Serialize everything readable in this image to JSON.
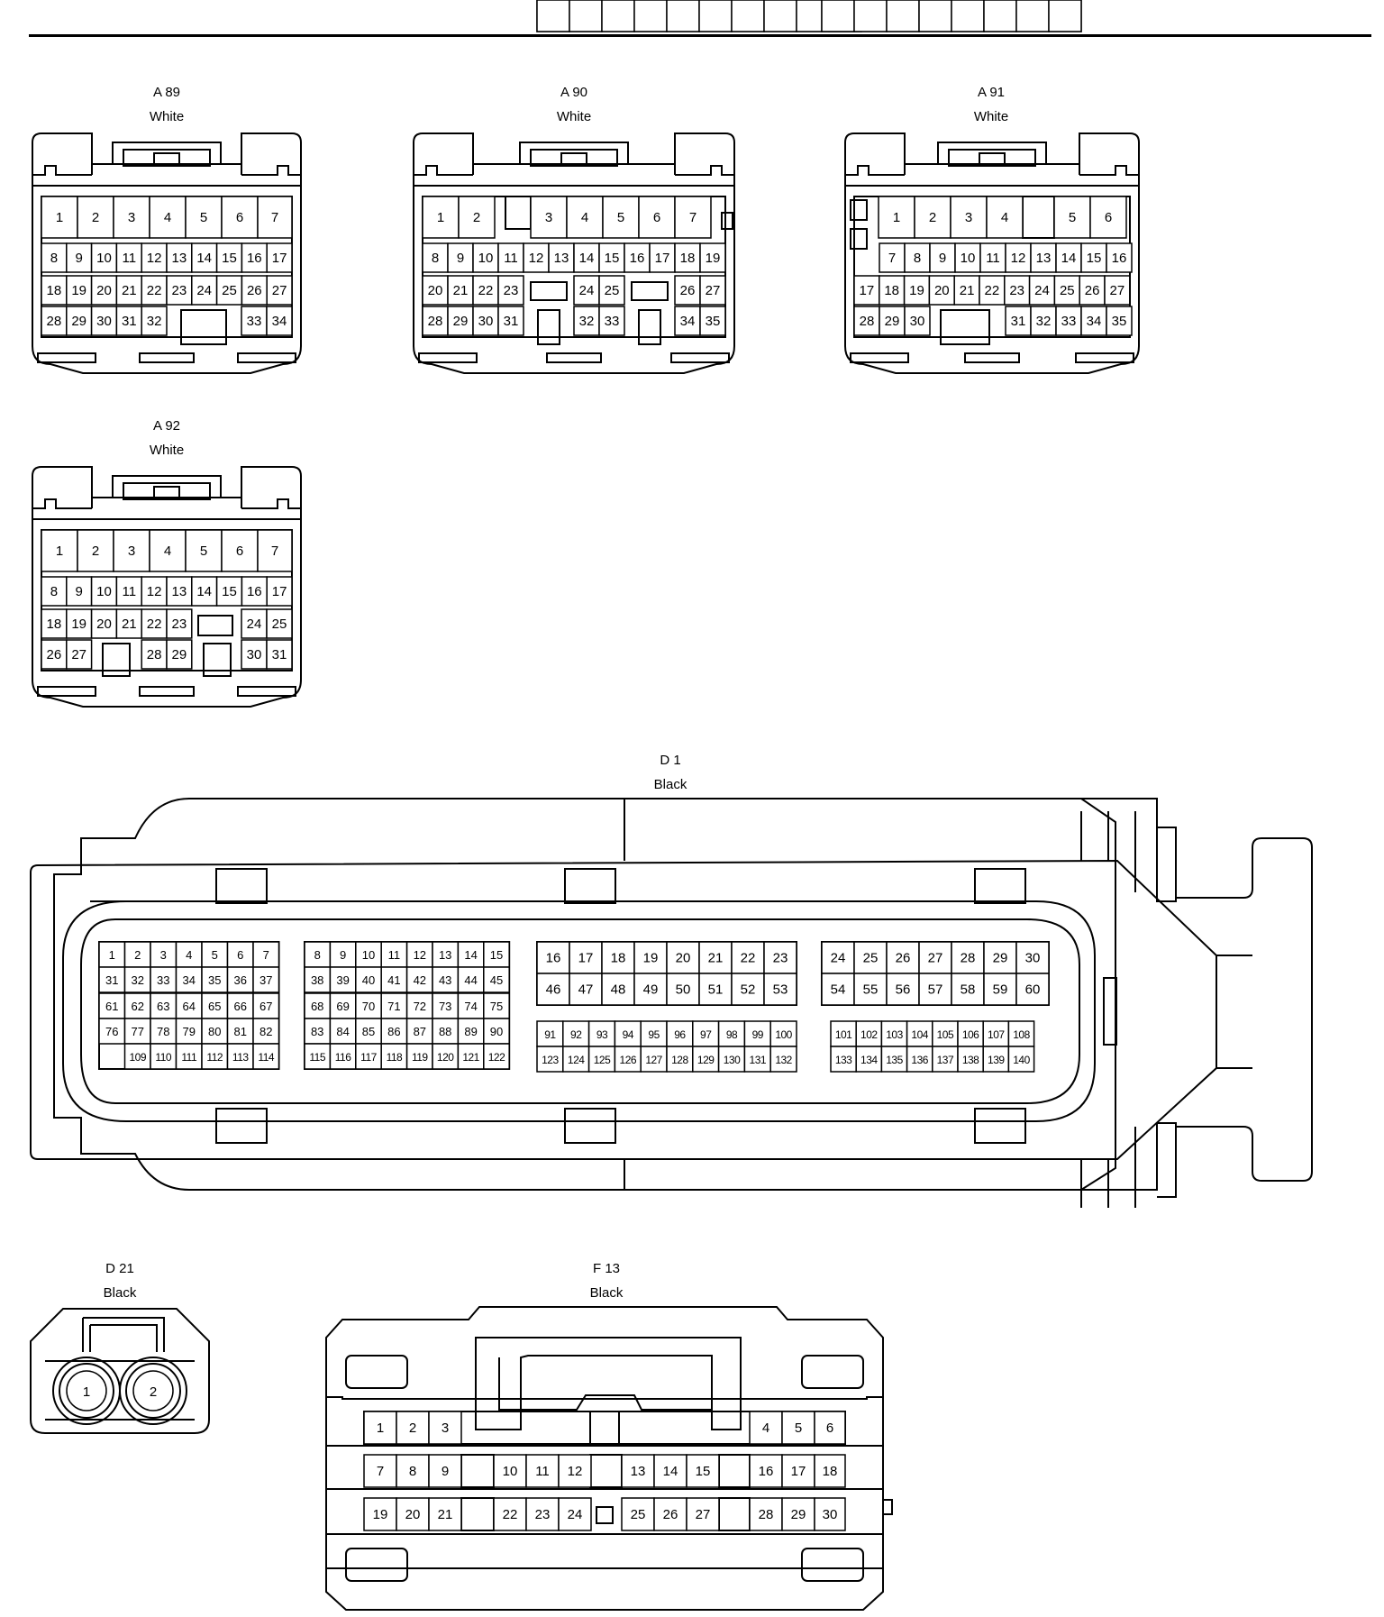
{
  "title": "Air Suspension",
  "connectors": {
    "a89": {
      "id": "A 89",
      "color": "White",
      "rows": [
        [
          "1",
          "2",
          "3",
          "4",
          "5",
          "6",
          "7"
        ],
        [
          "8",
          "9",
          "10",
          "11",
          "12",
          "13",
          "14",
          "15",
          "16",
          "17"
        ],
        [
          "18",
          "19",
          "20",
          "21",
          "22",
          "23",
          "24",
          "25",
          "26",
          "27"
        ],
        [
          "28",
          "29",
          "30",
          "31",
          "32",
          "33",
          "34"
        ]
      ]
    },
    "a90": {
      "id": "A 90",
      "color": "White",
      "rows": [
        [
          "1",
          "2",
          "3",
          "4",
          "5",
          "6",
          "7"
        ],
        [
          "8",
          "9",
          "10",
          "11",
          "12",
          "13",
          "14",
          "15",
          "16",
          "17",
          "18",
          "19"
        ],
        [
          "20",
          "21",
          "22",
          "23",
          "24",
          "25",
          "26",
          "27"
        ],
        [
          "28",
          "29",
          "30",
          "31",
          "32",
          "33",
          "34",
          "35"
        ]
      ]
    },
    "a91": {
      "id": "A 91",
      "color": "White",
      "rows": [
        [
          "1",
          "2",
          "3",
          "4",
          "5",
          "6"
        ],
        [
          "7",
          "8",
          "9",
          "10",
          "11",
          "12",
          "13",
          "14",
          "15",
          "16"
        ],
        [
          "17",
          "18",
          "19",
          "20",
          "21",
          "22",
          "23",
          "24",
          "25",
          "26",
          "27"
        ],
        [
          "28",
          "29",
          "30",
          "31",
          "32",
          "33",
          "34",
          "35"
        ]
      ]
    },
    "a92": {
      "id": "A 92",
      "color": "White",
      "rows": [
        [
          "1",
          "2",
          "3",
          "4",
          "5",
          "6",
          "7"
        ],
        [
          "8",
          "9",
          "10",
          "11",
          "12",
          "13",
          "14",
          "15",
          "16",
          "17"
        ],
        [
          "18",
          "19",
          "20",
          "21",
          "22",
          "23",
          "24",
          "25"
        ],
        [
          "26",
          "27",
          "28",
          "29",
          "30",
          "31"
        ]
      ]
    },
    "d1": {
      "id": "D 1",
      "color": "Black",
      "groups": [
        {
          "rows": [
            [
              "1",
              "2",
              "3",
              "4",
              "5",
              "6",
              "7"
            ],
            [
              "31",
              "32",
              "33",
              "34",
              "35",
              "36",
              "37"
            ],
            [
              "61",
              "62",
              "63",
              "64",
              "65",
              "66",
              "67"
            ],
            [
              "76",
              "77",
              "78",
              "79",
              "80",
              "81",
              "82"
            ],
            [
              "109",
              "110",
              "111",
              "112",
              "113",
              "114"
            ]
          ]
        },
        {
          "rows": [
            [
              "8",
              "9",
              "10",
              "11",
              "12",
              "13",
              "14",
              "15"
            ],
            [
              "38",
              "39",
              "40",
              "41",
              "42",
              "43",
              "44",
              "45"
            ],
            [
              "68",
              "69",
              "70",
              "71",
              "72",
              "73",
              "74",
              "75"
            ],
            [
              "83",
              "84",
              "85",
              "86",
              "87",
              "88",
              "89",
              "90"
            ],
            [
              "115",
              "116",
              "117",
              "118",
              "119",
              "120",
              "121",
              "122"
            ]
          ]
        },
        {
          "rows": [
            [
              "16",
              "17",
              "18",
              "19",
              "20",
              "21",
              "22",
              "23"
            ],
            [
              "46",
              "47",
              "48",
              "49",
              "50",
              "51",
              "52",
              "53"
            ],
            [
              "91",
              "92",
              "93",
              "94",
              "95",
              "96",
              "97",
              "98",
              "99",
              "100"
            ],
            [
              "123",
              "124",
              "125",
              "126",
              "127",
              "128",
              "129",
              "130",
              "131",
              "132"
            ]
          ]
        },
        {
          "rows": [
            [
              "24",
              "25",
              "26",
              "27",
              "28",
              "29",
              "30"
            ],
            [
              "54",
              "55",
              "56",
              "57",
              "58",
              "59",
              "60"
            ],
            [
              "101",
              "102",
              "103",
              "104",
              "105",
              "106",
              "107",
              "108"
            ],
            [
              "133",
              "134",
              "135",
              "136",
              "137",
              "138",
              "139",
              "140"
            ]
          ]
        }
      ]
    },
    "d21": {
      "id": "D 21",
      "color": "Black",
      "pins": [
        "1",
        "2"
      ]
    },
    "f13": {
      "id": "F 13",
      "color": "Black",
      "rows": [
        [
          "1",
          "2",
          "3",
          "4",
          "5",
          "6"
        ],
        [
          "7",
          "8",
          "9",
          "10",
          "11",
          "12",
          "13",
          "14",
          "15",
          "16",
          "17",
          "18"
        ],
        [
          "19",
          "20",
          "21",
          "22",
          "23",
          "24",
          "25",
          "26",
          "27",
          "28",
          "29",
          "30"
        ]
      ]
    }
  }
}
